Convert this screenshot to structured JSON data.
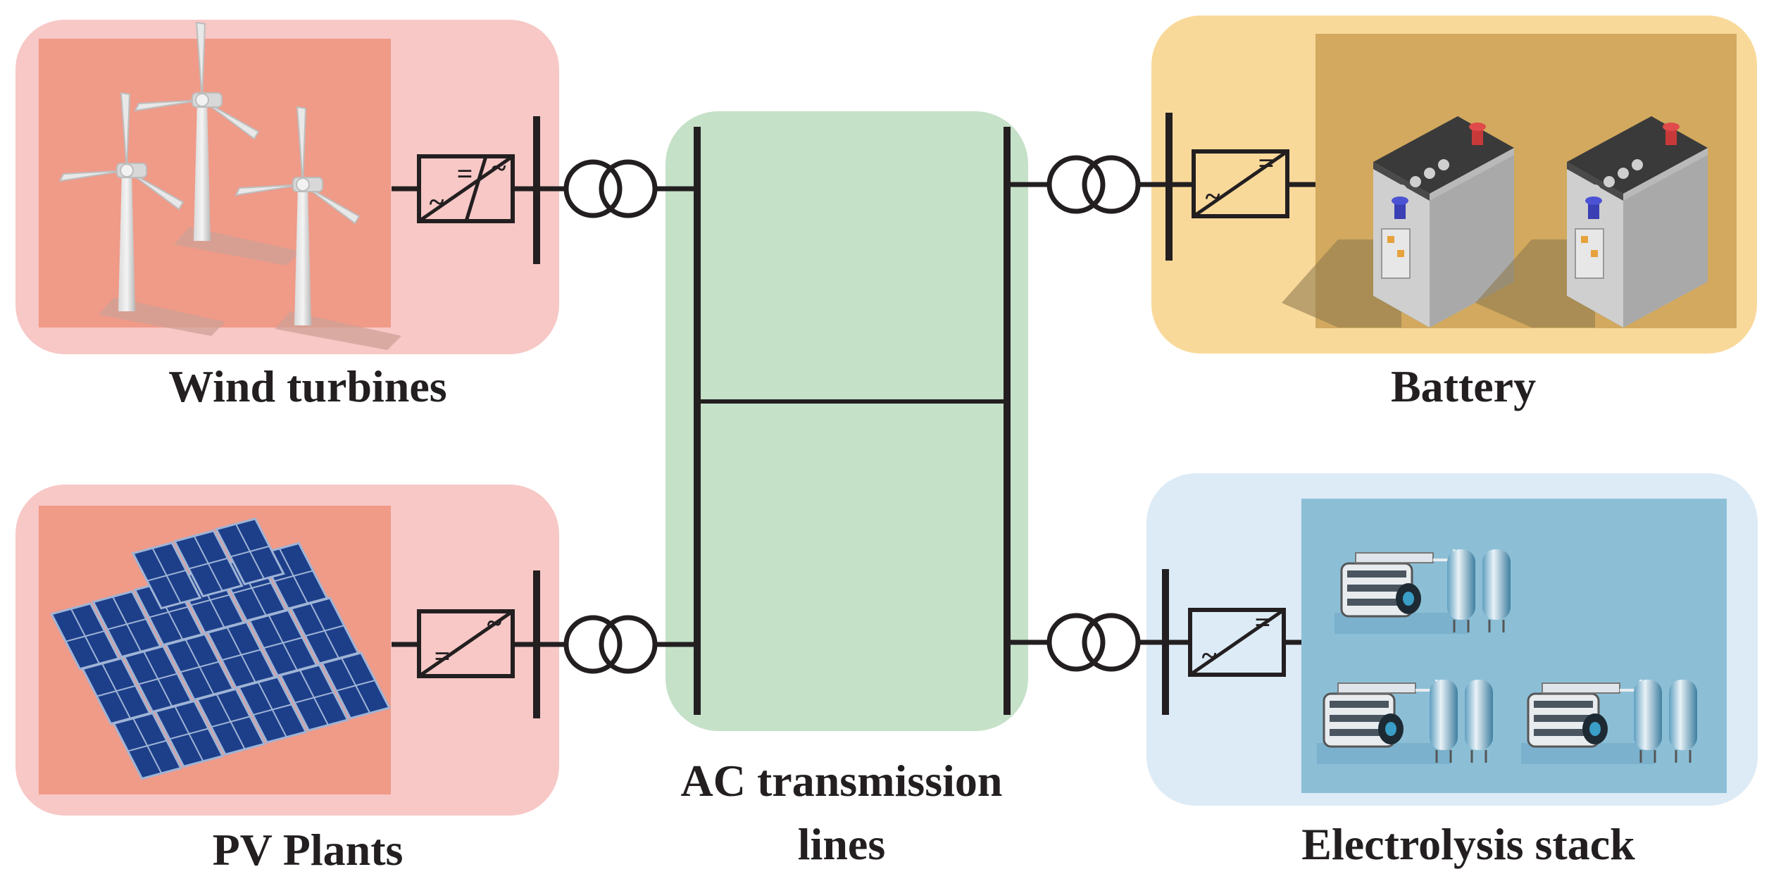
{
  "colors": {
    "renewable_box": "#f7c8c6",
    "renewable_inner": "#f09a88",
    "battery_box": "#f9d99a",
    "battery_inner": "#d2a95e",
    "electrolysis_box": "#dcebf6",
    "electrolysis_inner": "#8cbfd6",
    "ac_box": "#c5e1c8",
    "line": "#231f20"
  },
  "nodes": {
    "wind": {
      "label": "Wind turbines",
      "converter": "AC/DC/AC"
    },
    "pv": {
      "label": "PV Plants",
      "converter": "DC/AC"
    },
    "battery": {
      "label": "Battery",
      "converter": "AC/DC"
    },
    "electrolysis": {
      "label": "Electrolysis stack",
      "converter": "AC/DC"
    },
    "ac": {
      "label_line1": "AC transmission",
      "label_line2": "lines"
    }
  },
  "symbols": {
    "ac": "~",
    "dc": "="
  }
}
